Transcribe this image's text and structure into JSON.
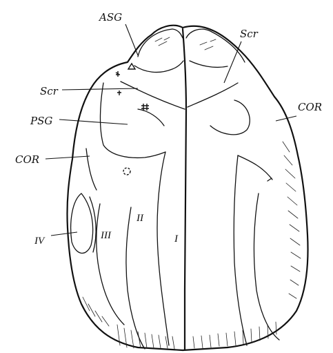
{
  "figure": {
    "labels": {
      "asg": "ASG",
      "scr_top": "Scr",
      "scr_left": "Scr",
      "psg": "PSG",
      "cor_left": "COR",
      "cor_right": "COR",
      "roman_1": "I",
      "roman_2": "II",
      "roman_3": "III",
      "roman_4": "IV"
    }
  }
}
